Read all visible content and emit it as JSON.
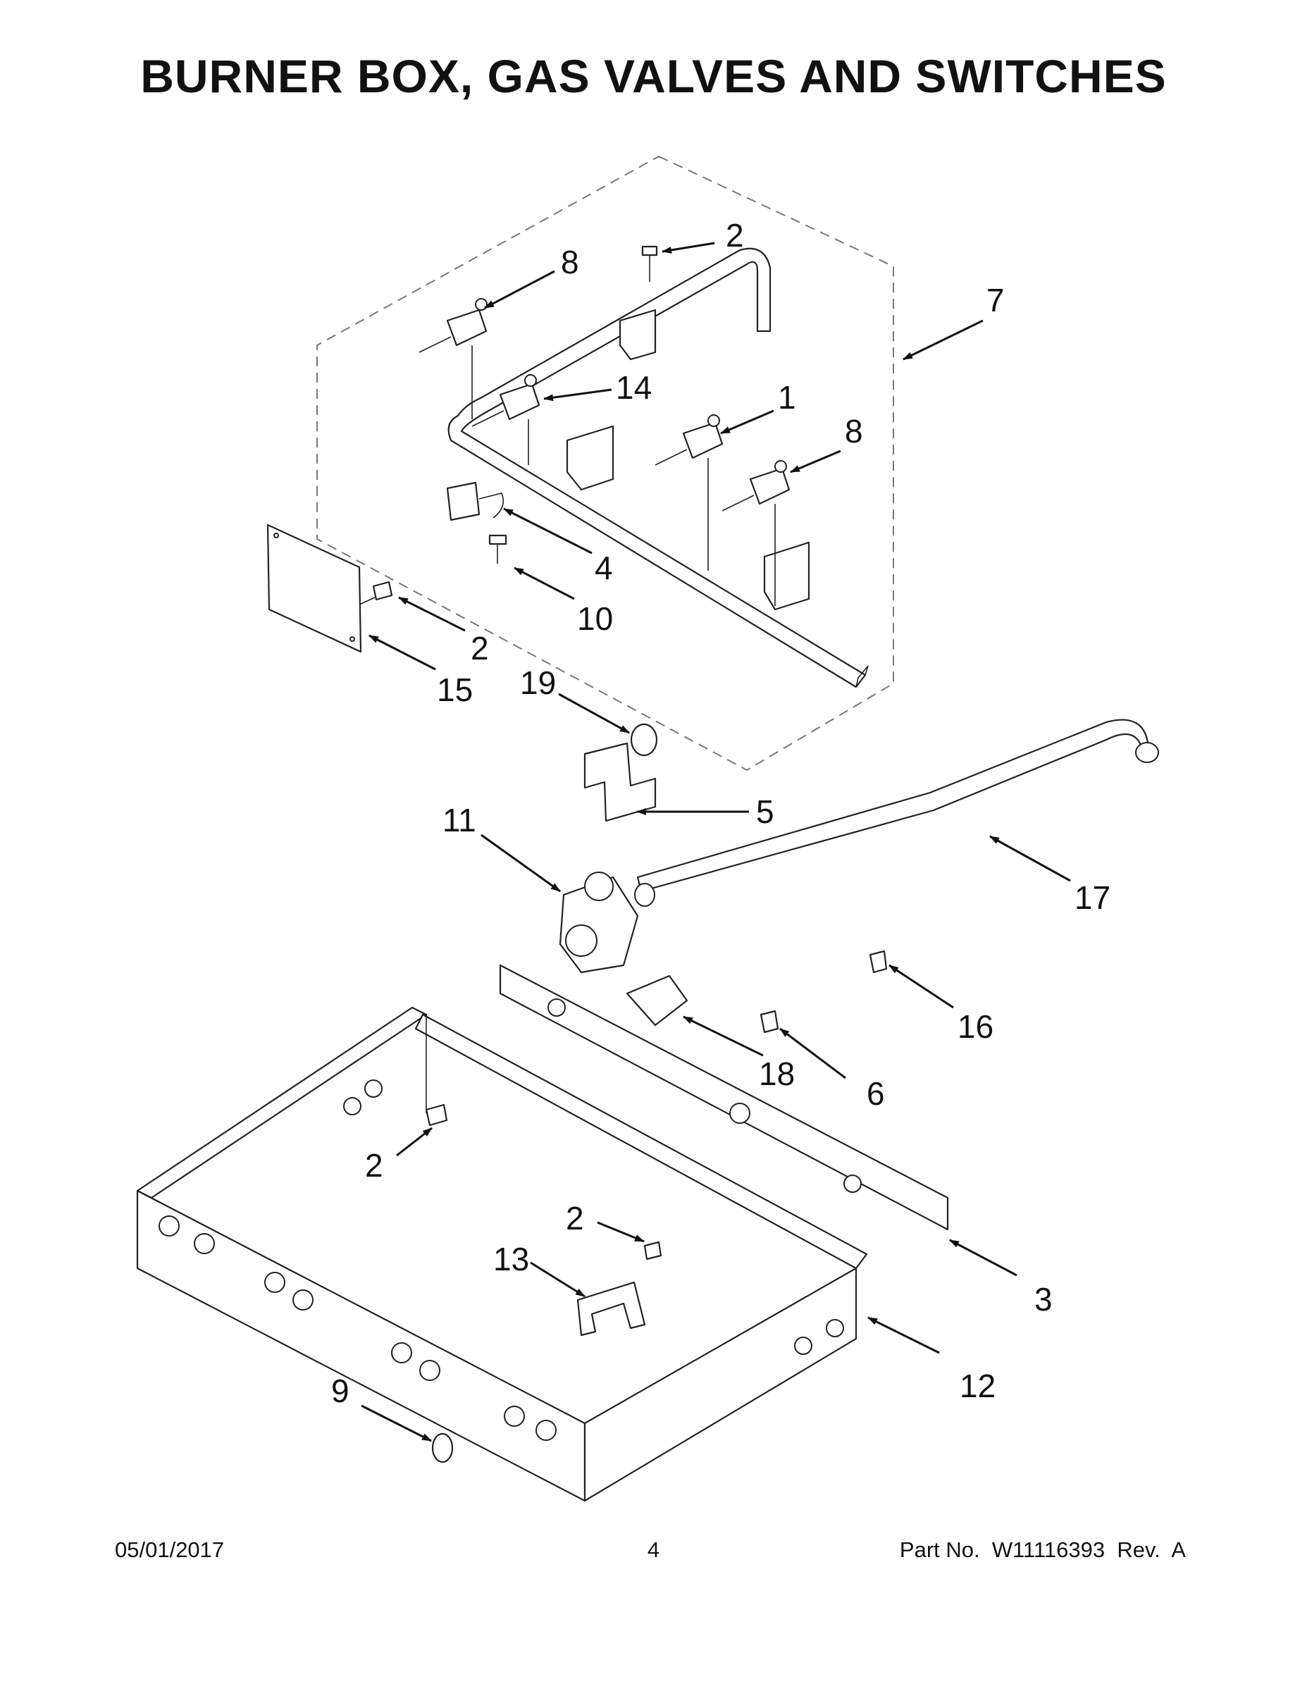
{
  "page": {
    "title": "BURNER BOX, GAS VALVES AND SWITCHES",
    "date": "05/01/2017",
    "page_number": "4",
    "part_no": "Part No.  W11116393  Rev.  A"
  },
  "callouts": {
    "c2_top": "2",
    "c8_left": "8",
    "c7": "7",
    "c14": "14",
    "c1": "1",
    "c8_right": "8",
    "c4": "4",
    "c10": "10",
    "c2_plate": "2",
    "c15": "15",
    "c19": "19",
    "c5": "5",
    "c11": "11",
    "c17": "17",
    "c16": "16",
    "c18": "18",
    "c6": "6",
    "c2_box": "2",
    "c2_bracket": "2",
    "c13": "13",
    "c3": "3",
    "c12": "12",
    "c9": "9"
  }
}
